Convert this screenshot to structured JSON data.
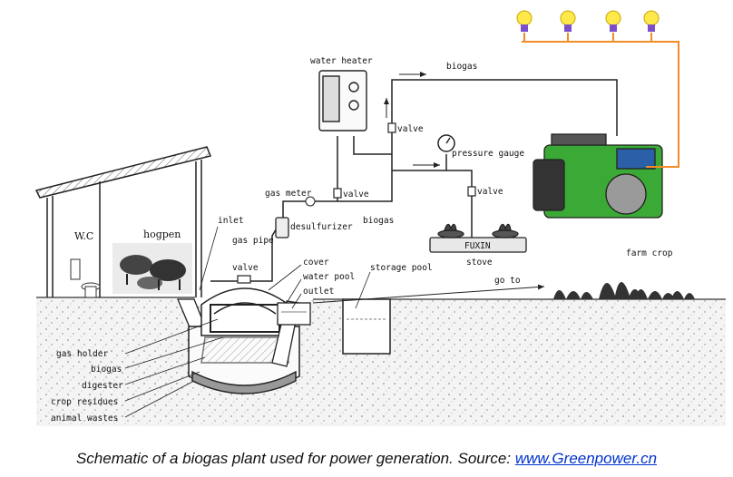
{
  "labels": {
    "water_heater": "water heater",
    "biogas_top": "biogas",
    "valve_top": "valve",
    "pressure_gauge": "pressure gauge",
    "gas_meter": "gas meter",
    "valve_meter": "valve",
    "valve_stove": "valve",
    "desulfurizer": "desulfurizer",
    "biogas_mid": "biogas",
    "gas_pipe": "gas pipe",
    "stove": "stove",
    "inlet": "inlet",
    "wc": "W.C",
    "hogpen": "hogpen",
    "valve_low": "valve",
    "cover": "cover",
    "water_pool": "water pool",
    "outlet": "outlet",
    "storage_pool": "storage pool",
    "go_to": "go to",
    "farm_crop": "farm crop",
    "gas_holder": "gas holder",
    "biogas_left": "biogas",
    "digester": "digester",
    "crop_residues": "crop residues",
    "animal_wastes": "animal wastes",
    "stove_brand": "FUXIN"
  },
  "caption": {
    "text": "Schematic of a biogas plant used for power generation. Source: ",
    "link": "www.Greenpower.cn"
  },
  "colors": {
    "wire": "#f28c28",
    "generator_green": "#3aa935",
    "bulb_yellow": "#ffe84a",
    "bulb_base": "#7a4fc9",
    "line": "#222222"
  }
}
